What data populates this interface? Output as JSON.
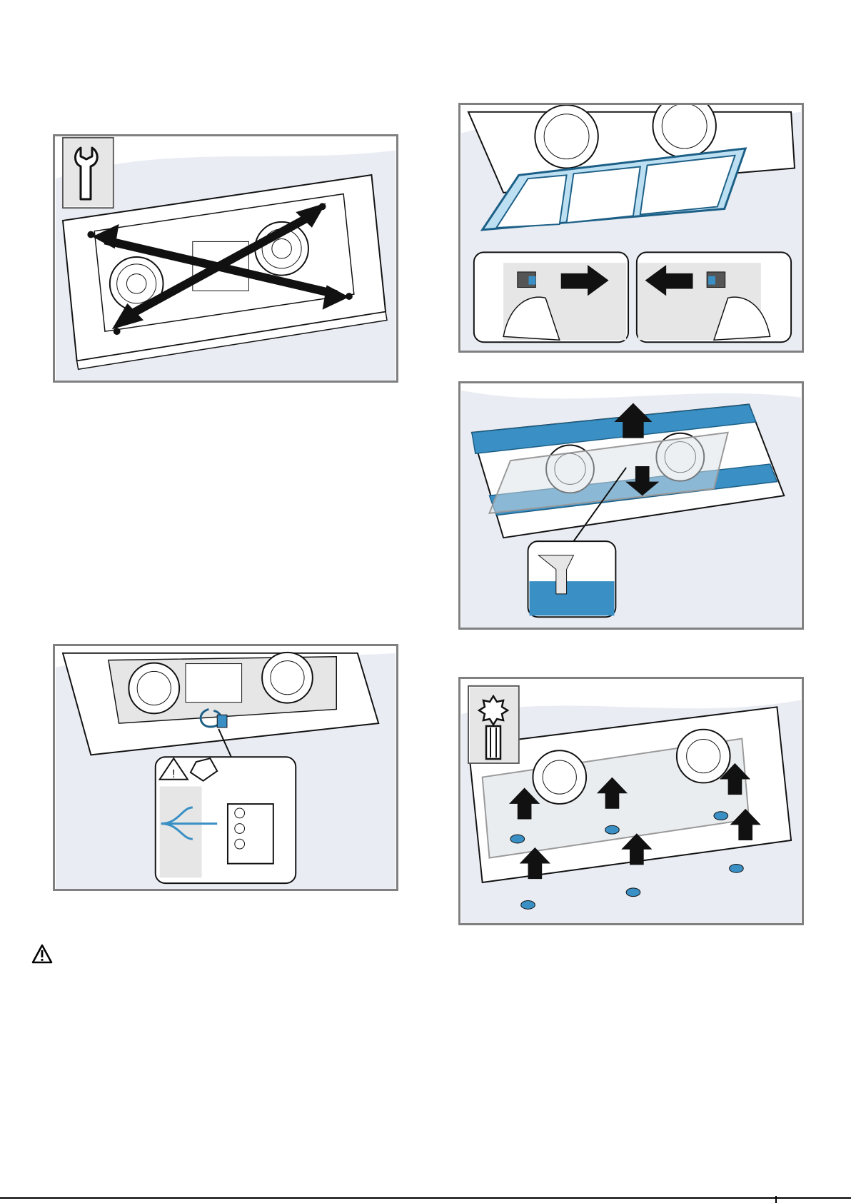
{
  "page": {
    "figures": [
      {
        "id": "fig-1",
        "tool_icon": "wrench-icon"
      },
      {
        "id": "fig-2"
      },
      {
        "id": "fig-3"
      },
      {
        "id": "fig-4"
      },
      {
        "id": "fig-5"
      },
      {
        "id": "fig-6",
        "tool_icon": "torx-screwdriver-icon"
      }
    ],
    "warning_icon": "warning-triangle-icon",
    "colors": {
      "accent": "#3a8fc4",
      "frame": "#808080",
      "tint": "#e9edf3"
    }
  }
}
